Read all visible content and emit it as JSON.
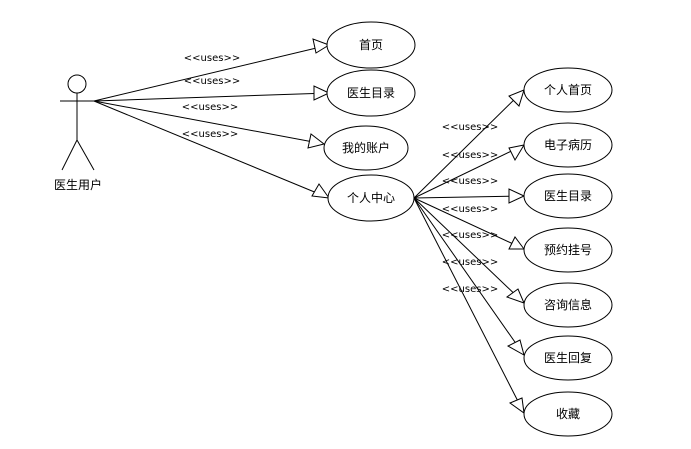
{
  "actor": {
    "label": "医生用户"
  },
  "relation_label": "<<uses>>",
  "use_cases": {
    "home": "首页",
    "doctor_directory": "医生目录",
    "my_account": "我的账户",
    "personal_center": "个人中心",
    "personal_home": "个人首页",
    "emr": "电子病历",
    "doctor_directory_2": "医生目录",
    "appointment": "预约挂号",
    "consult_info": "咨询信息",
    "doctor_reply": "医生回复",
    "favorites": "收藏"
  },
  "relations": [
    {
      "from": "actor",
      "to": "home"
    },
    {
      "from": "actor",
      "to": "doctor_directory"
    },
    {
      "from": "actor",
      "to": "my_account"
    },
    {
      "from": "actor",
      "to": "personal_center"
    },
    {
      "from": "personal_center",
      "to": "personal_home"
    },
    {
      "from": "personal_center",
      "to": "emr"
    },
    {
      "from": "personal_center",
      "to": "doctor_directory_2"
    },
    {
      "from": "personal_center",
      "to": "appointment"
    },
    {
      "from": "personal_center",
      "to": "consult_info"
    },
    {
      "from": "personal_center",
      "to": "doctor_reply"
    },
    {
      "from": "personal_center",
      "to": "favorites"
    }
  ]
}
